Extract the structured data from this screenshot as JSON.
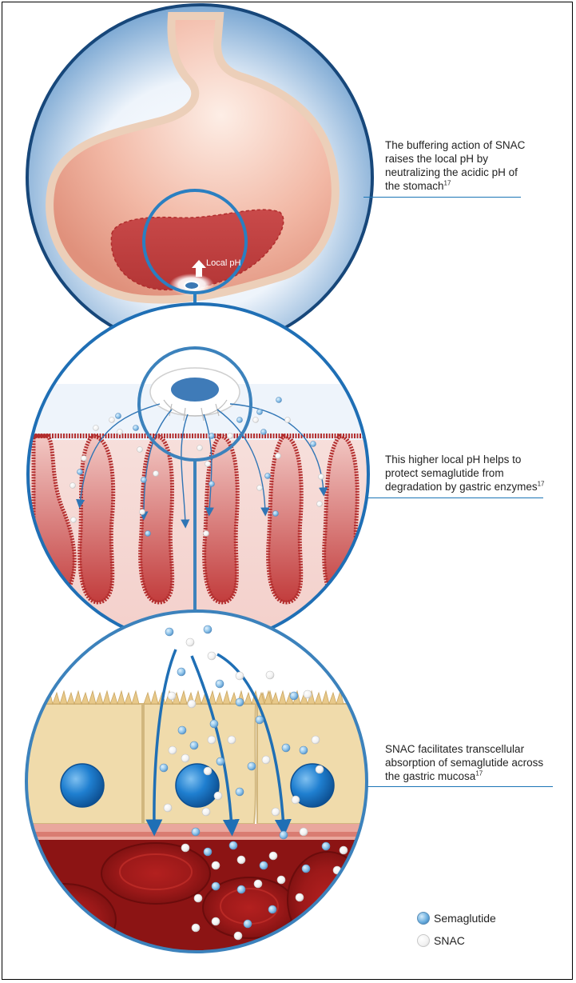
{
  "captions": {
    "stomach": {
      "text": "The buffering action of SNAC raises the local pH by neutralizing the acidic pH of the stomach",
      "ref": "17"
    },
    "mucosa": {
      "text": "This higher local pH helps to protect semaglutide from degradation by gastric enzymes",
      "ref": "17"
    },
    "absorption": {
      "text": "SNAC facilitates transcellular absorption of semaglutide across the gastric mucosa",
      "ref": "17"
    }
  },
  "labels": {
    "local_ph": "Local pH"
  },
  "legend": [
    {
      "label": "Semaglutide",
      "icon": "semaglutide-dot-icon"
    },
    {
      "label": "SNAC",
      "icon": "snac-dot-icon"
    }
  ],
  "colors": {
    "accent": "#1b75b6",
    "tissue": "#c94a4a",
    "cell": "#f0dbab",
    "nucleus": "#1e78c8",
    "blood": "#a71c1c"
  }
}
